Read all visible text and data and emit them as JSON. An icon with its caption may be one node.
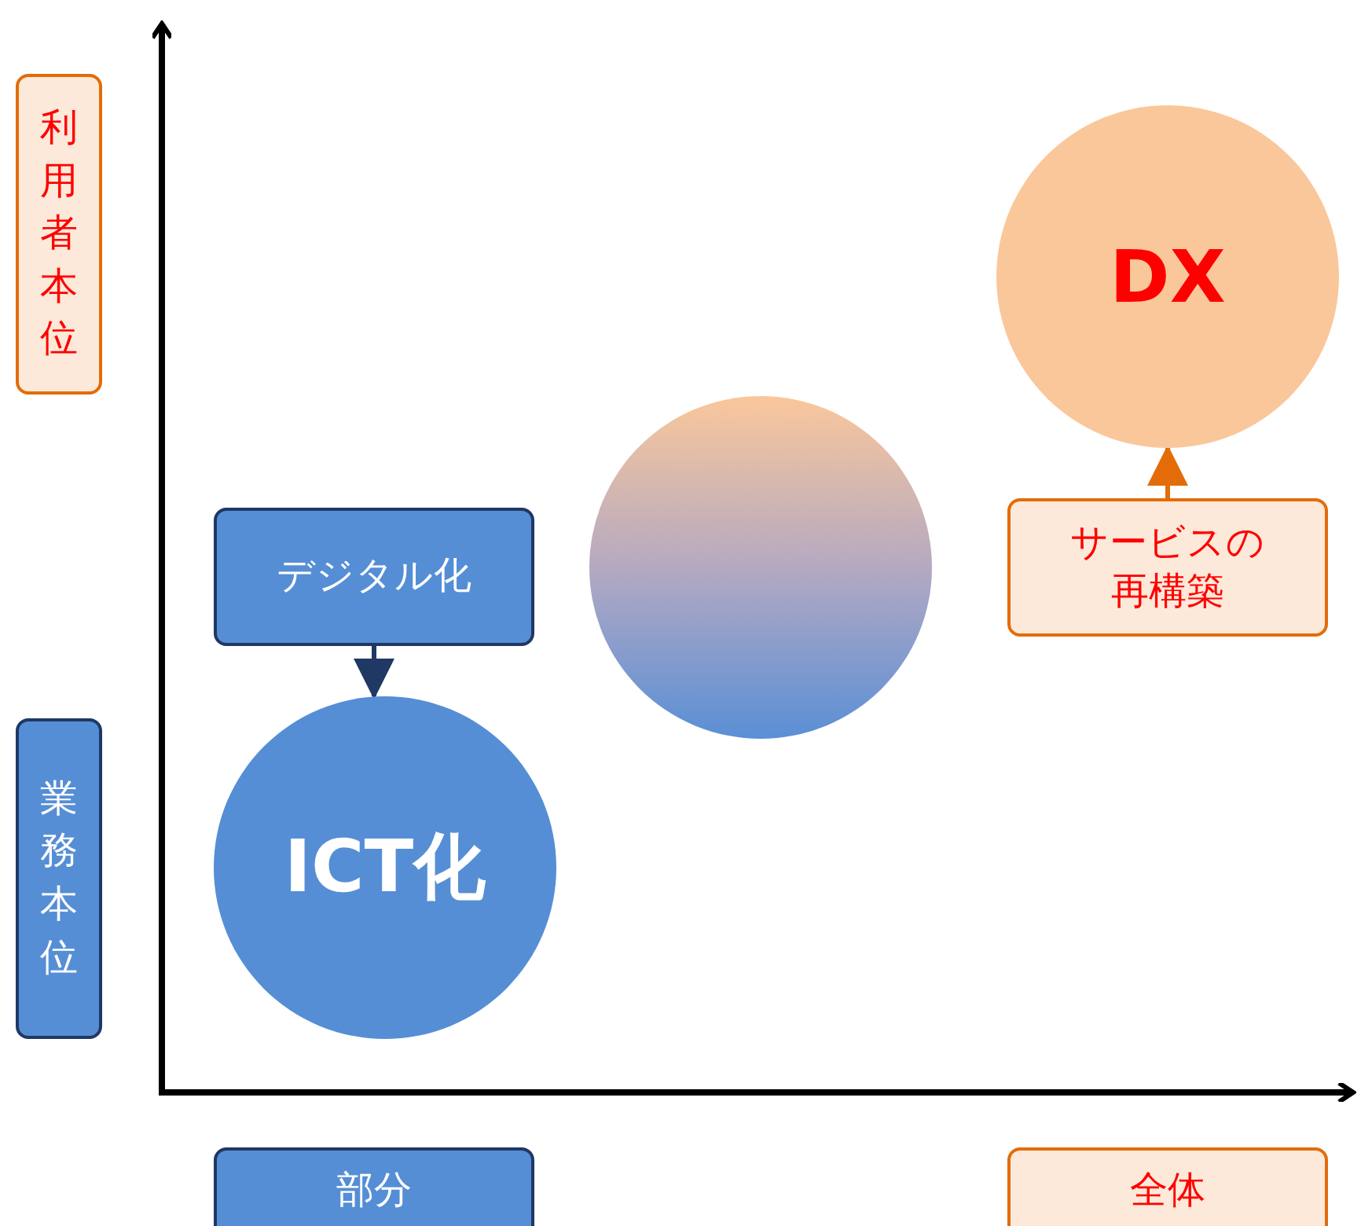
{
  "diagram": {
    "nodes": [
      {
        "text": [
          "利用者本位"
        ]
      },
      {
        "text": [
          "DX"
        ]
      },
      {
        "text": [],
        "shape": "circle"
      },
      {
        "text": [
          "デジタル化"
        ]
      },
      {
        "text": [
          "サービスの再構築"
        ]
      },
      {
        "text": [
          "業務本位"
        ]
      },
      {
        "text": [
          "ICT化"
        ]
      },
      {
        "text": [
          "部分"
        ]
      },
      {
        "text": [
          "全体"
        ]
      }
    ],
    "edges": [
      {
        "from": 3,
        "to": 6,
        "arrow": "to",
        "color": "#1f3864"
      },
      {
        "from": 4,
        "to": 1,
        "arrow": "to",
        "color": "#e36c09"
      }
    ]
  }
}
